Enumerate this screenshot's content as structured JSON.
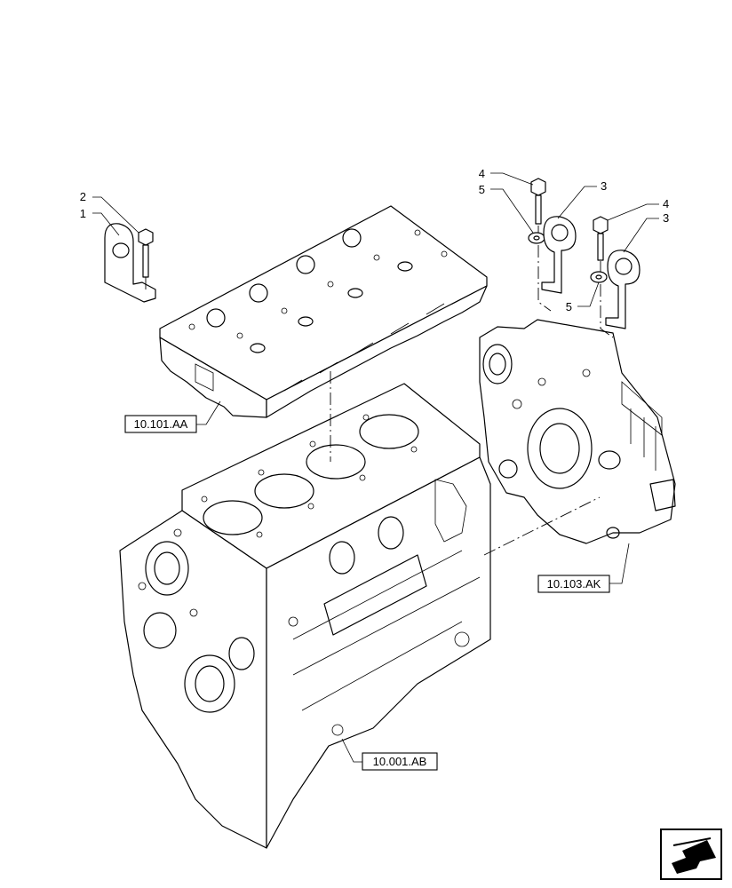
{
  "callouts": {
    "c1": "1",
    "c2": "2",
    "c3a": "3",
    "c3b": "3",
    "c4a": "4",
    "c4b": "4",
    "c5a": "5",
    "c5b": "5"
  },
  "references": {
    "cylinder_head": "10.101.AA",
    "flywheel_housing": "10.103.AK",
    "engine_block": "10.001.AB"
  },
  "icons": {
    "nav": "arrow-page-icon"
  }
}
